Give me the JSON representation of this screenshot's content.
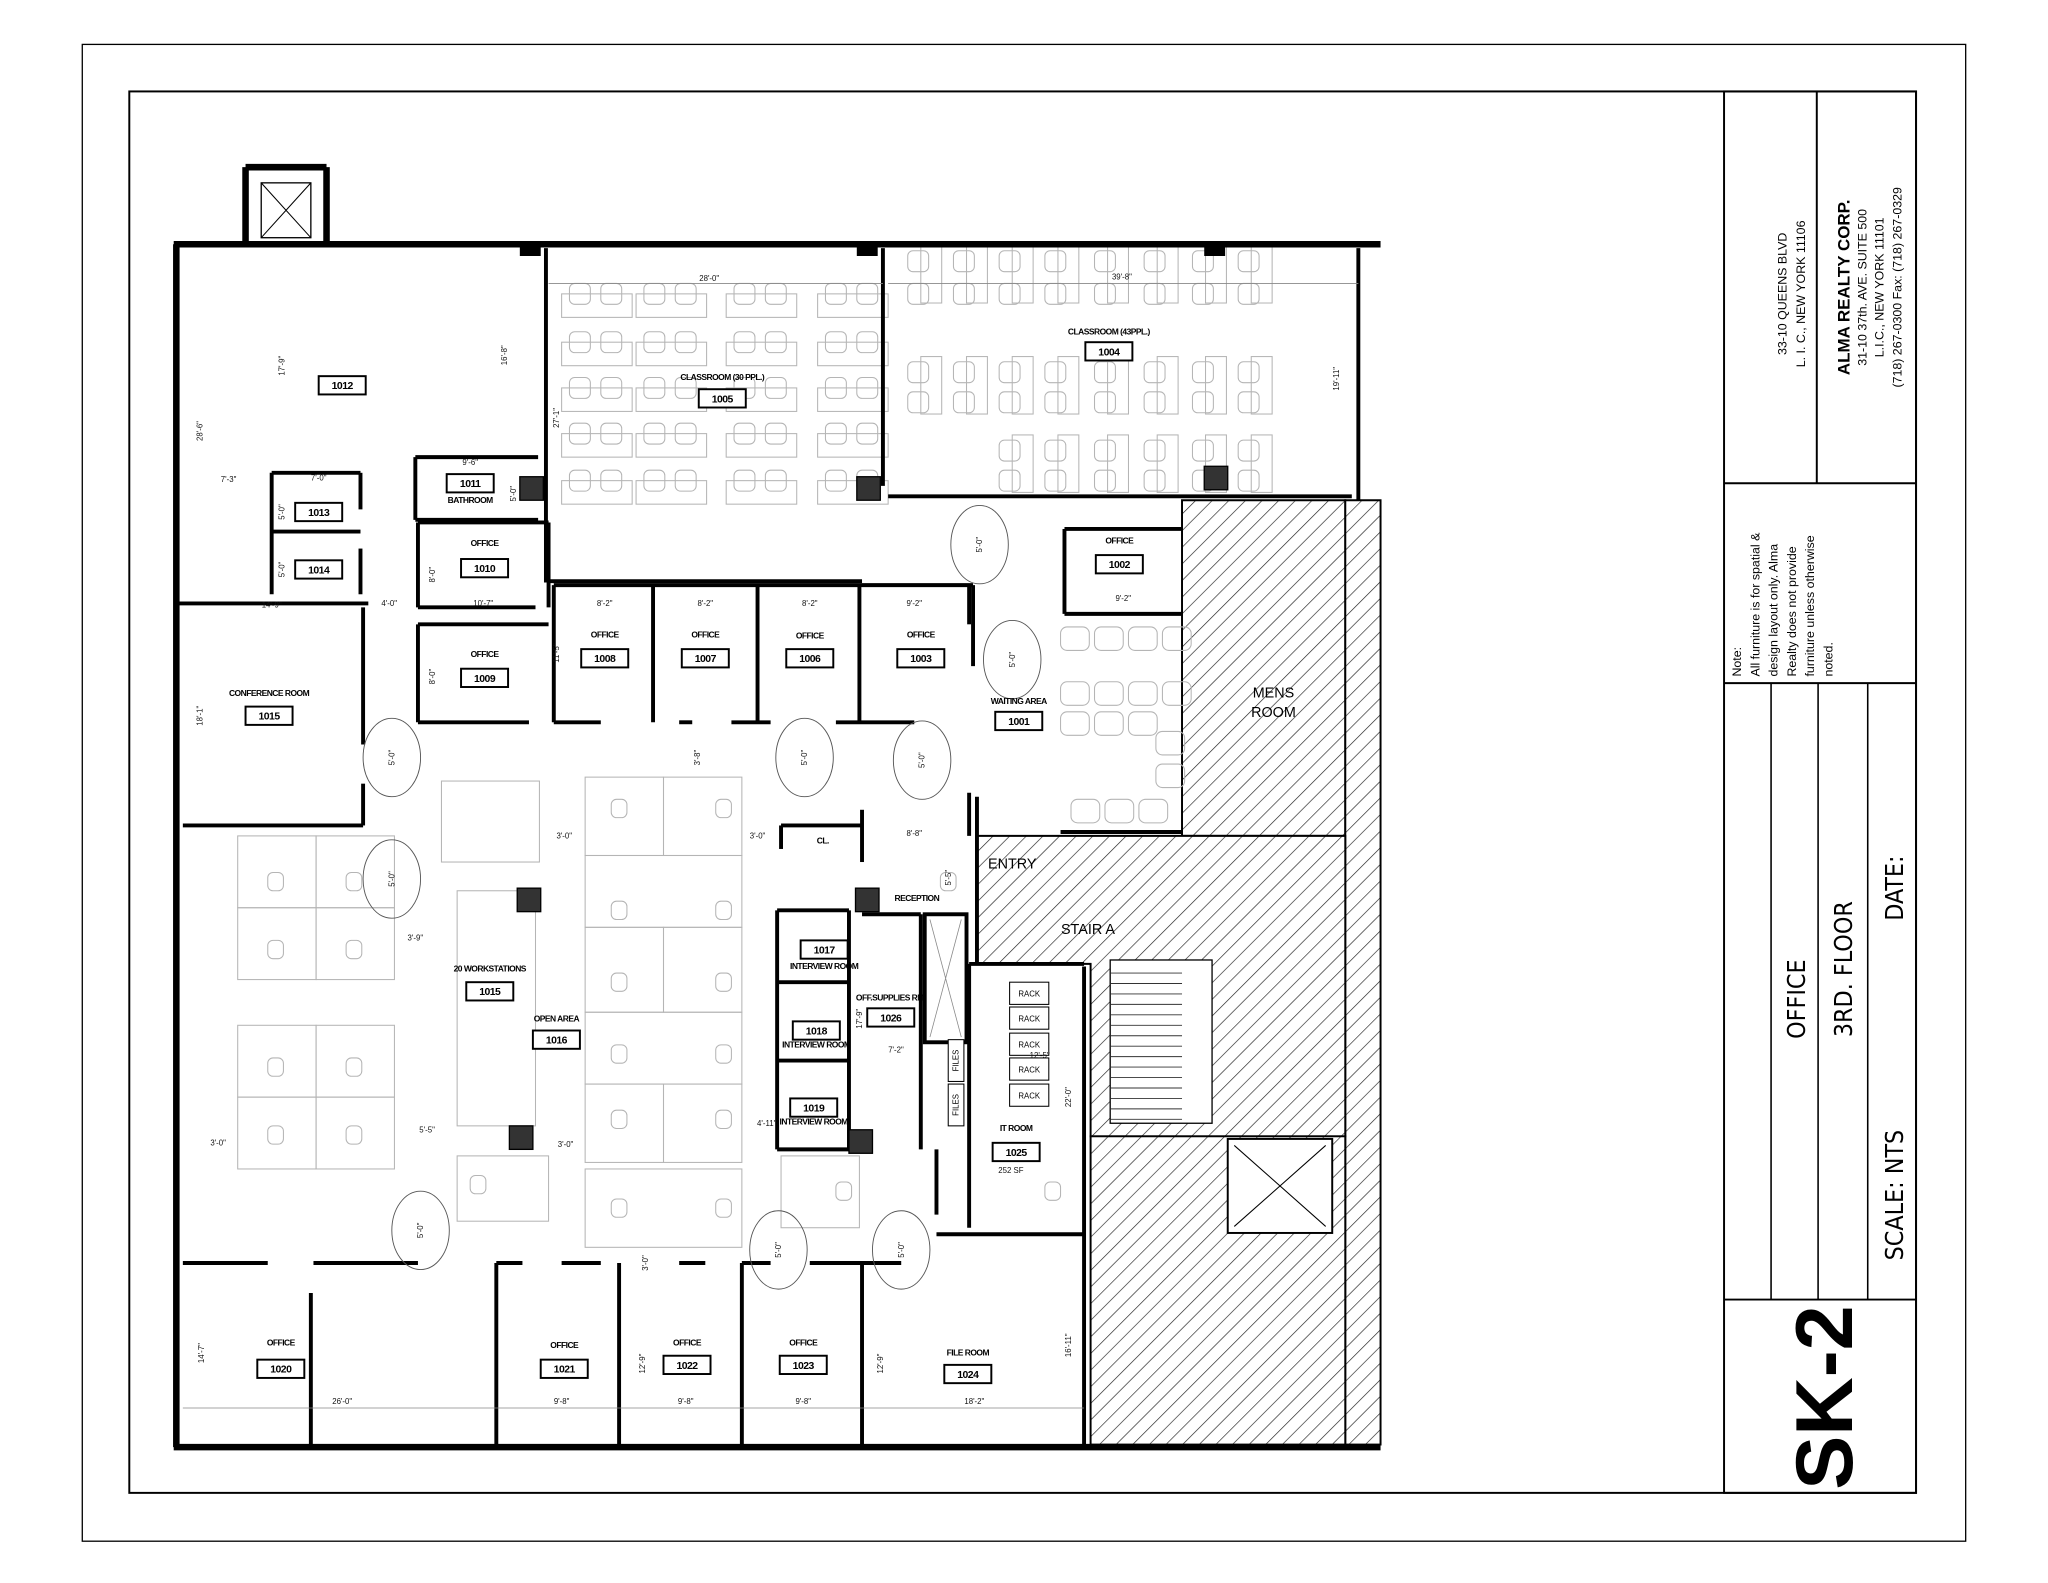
{
  "title_block": {
    "property_address": [
      "33-10 QUEENS BLVD",
      "L. I. C., NEW YORK 11106"
    ],
    "company": "ALMA REALTY CORP.",
    "company_address": [
      "31-10 37th. AVE. SUITE 500",
      "L.I.C., NEW YORK 11101",
      "(718) 267-0300 Fax: (718) 267-0329"
    ],
    "note": [
      "Note:",
      "All furniture is for spatial &",
      "design layout only.  Alma",
      "Realty does not provide",
      "furniture unless otherwise",
      "noted."
    ],
    "sheet_title": "OFFICE",
    "floor": "3RD.  FLOOR",
    "scale": "SCALE:  NTS",
    "date": "DATE:",
    "sheet_number": "SK-2"
  },
  "rooms": [
    {
      "name": "",
      "number": "1012"
    },
    {
      "name": "BATHROOM",
      "number": "1011"
    },
    {
      "name": "",
      "number": "1013"
    },
    {
      "name": "",
      "number": "1014"
    },
    {
      "name": "OFFICE",
      "number": "1010"
    },
    {
      "name": "CLASSROOM (30 PPL.)",
      "number": "1005"
    },
    {
      "name": "CLASSROOM (43PPL.)",
      "number": "1004"
    },
    {
      "name": "OFFICE",
      "number": "1002"
    },
    {
      "name": "OFFICE",
      "number": "1008"
    },
    {
      "name": "OFFICE",
      "number": "1007"
    },
    {
      "name": "OFFICE",
      "number": "1006"
    },
    {
      "name": "OFFICE",
      "number": "1003"
    },
    {
      "name": "OFFICE",
      "number": "1009"
    },
    {
      "name": "CONFERENCE ROOM",
      "number": "1015"
    },
    {
      "name": "WAITING AREA",
      "number": "1001"
    },
    {
      "name": "20 WORKSTATIONS",
      "number": "1015"
    },
    {
      "name": "OPEN AREA",
      "number": "1016"
    },
    {
      "name": "INTERVIEW ROOM",
      "number": "1017"
    },
    {
      "name": "INTERVIEW ROOM",
      "number": "1018"
    },
    {
      "name": "INTERVIEW ROOM",
      "number": "1019"
    },
    {
      "name": "OFF.SUPPLIES RM.",
      "number": "1026"
    },
    {
      "name": "IT ROOM",
      "number": "1025",
      "area": "252 SF"
    },
    {
      "name": "OFFICE",
      "number": "1020"
    },
    {
      "name": "OFFICE",
      "number": "1021"
    },
    {
      "name": "OFFICE",
      "number": "1022"
    },
    {
      "name": "OFFICE",
      "number": "1023"
    },
    {
      "name": "FILE ROOM",
      "number": "1024"
    }
  ],
  "labels": {
    "mens_room": [
      "MENS",
      "ROOM"
    ],
    "entry": "ENTRY",
    "stair": "STAIR A",
    "reception": "RECEPTION",
    "closet": "CL.",
    "rack": "RACK",
    "files": "FILES"
  },
  "clearance_label": "5'-0\"",
  "dimensions": [
    "28'-0\"",
    "39'-8\"",
    "17'-9\"",
    "16'-8\"",
    "28'-6\"",
    "27'-1\"",
    "19'-11\"",
    "9'-6\"",
    "5'-0\"",
    "7'-0\"",
    "7'-3\"",
    "5'-0\"",
    "5'-0\"",
    "8'-0\"",
    "14'-9\"",
    "4'-0\"",
    "10'-7\"",
    "8'-2\"",
    "8'-2\"",
    "8'-2\"",
    "9'-2\"",
    "9'-2\"",
    "11'-5\"",
    "8'-0\"",
    "18'-1\"",
    "3'-8\"",
    "3'-0\"",
    "3'-0\"",
    "8'-8\"",
    "5'-5\"",
    "3'-9\"",
    "17'-9\"",
    "7'-2\"",
    "12'-5\"",
    "22'-0\"",
    "3'-0\"",
    "3'-0\"",
    "5'-5\"",
    "4'-11\"",
    "3'-0\"",
    "14'-7\"",
    "12'-9\"",
    "12'-9\"",
    "16'-11\"",
    "26'-0\"",
    "9'-8\"",
    "9'-8\"",
    "9'-8\"",
    "18'-2\""
  ]
}
